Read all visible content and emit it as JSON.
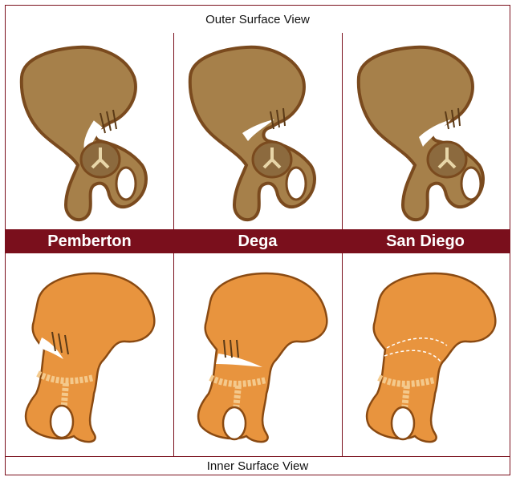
{
  "outer_view_title": "Outer Surface View",
  "inner_view_title": "Inner Surface View",
  "procedures": [
    {
      "name": "Pemberton"
    },
    {
      "name": "Dega"
    },
    {
      "name": "San Diego"
    }
  ],
  "colors": {
    "border": "#7a0f1c",
    "label_band": "#7a0f1c",
    "bone_outer_fill": "#a6804a",
    "bone_outer_stroke": "#7a4a1e",
    "bone_inner_fill": "#e8943e",
    "bone_inner_stroke": "#8a4a12"
  }
}
